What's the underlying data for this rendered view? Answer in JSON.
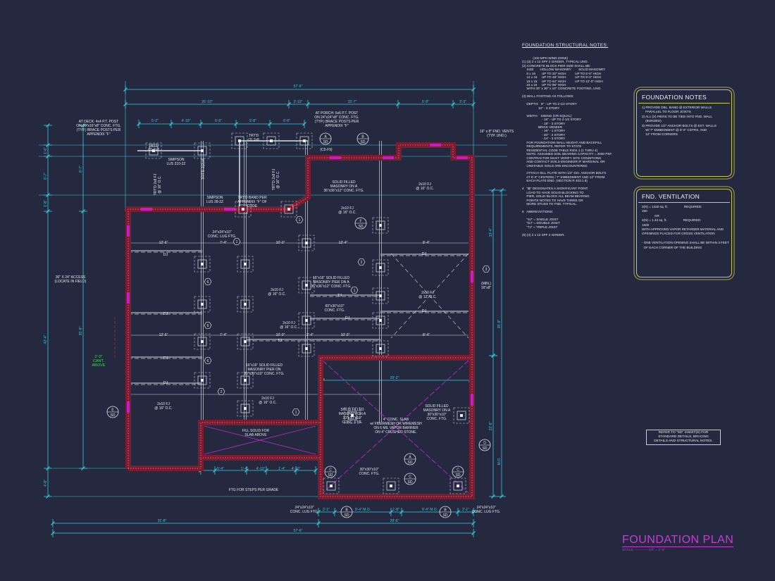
{
  "structural_notes": {
    "title": "FOUNDATION STRUCTURAL NOTES:",
    "lines": [
      "            (100 MPH WIND ZONE)",
      "(1) (3) 2 x 12 SPF 2 GIRDER, TYPICAL UNO.",
      "(2) CONCRETE BLOCK PIER SIZE SHALL BE:",
      "     SIZE       HOLLOW MASONRY        SOLID MASONRY",
      "     8 x 16       UP TO 32\" HIGH          UP TO 5'-0\" HIGH",
      "     12 x 16     UP TO 48\" HIGH          UP TO 9'-0\" HIGH",
      "     16 x 16     UP TO 64\" HIGH          UP TO 12'-0\" HIGH",
      "     24 x 24     UP TO 96\" HIGH",
      "     WITH 30\" x 30\" x 10\" CONCRETE FOOTING, UNO.",
      "",
      "(3) WALL FOOTING AS FOLLOWS:",
      "",
      "     DEPTH:   8\" - UP TO 2-1/2 STORY",
      "                  10\" - 3 STORY",
      "",
      "     WIDTH:   SIDING (OR EQUAL)",
      "                      - 16\" - UP TO 2-1/2 STORY",
      "                      - 18\" - 3 STORY",
      "                  BRICK VENEER",
      "                      - 16\" - 1 STORY",
      "                      - 20\" - 2 STORY",
      "                      - 24\" - 3 STORY",
      "     FOR FOUNDATION WALL HEIGHT AND BACKFILL",
      "     REQUIREMENTS, REFER TO STATE",
      "     RESIDENTIAL CODE TABLE R404.1 (1 THRU 4)",
      "     NOTE: ASSUMED SOIL BEARING CAPACITY = 2000 PSF.",
      "     CONTRACTOR MUST VERIFY SITE CONDITIONS",
      "     AND CONTACT SOILS ENGINEER IF MARGINAL OR",
      "     UNSTABLE SOILS ARE ENCOUNTERED.",
      "",
      "     ATTACH SILL PLATE WITH 1/2\" DIA. ANCHOR BOLTS",
      "     AT 6'-0\" CENTERS / 7\" EMBEDMENT AND 12\" FROM",
      "     EACH PLATE END. (SECTION R 403.1.6)",
      "",
      "4   \"⊠\" DESIGNATES A SIGNIFICANT POINT",
      "     LOAD TO HAVE SOLID BLOCKING TO",
      "     PIER, SOLID BLOCK ALL BEAM BEARING",
      "     POINTS NOTED TO HAVE THREE OR",
      "     MORE STUDS TO FND. TYPICAL.",
      "",
      "5   ABBREVIATIONS:",
      "",
      "     \"SJ\" = SINGLE JOIST",
      "     \"DJ\" = DOUBLE JOIST",
      "     \"TJ\" = TRIPLE JOIST",
      "",
      "(6) (4) 2 x 12 SPF 2 GIRDER."
    ]
  },
  "foundation_notes": {
    "title": "FOUNDATION NOTES",
    "lines": [
      "1) PROVIDE DBL. BAND @ EXTERIOR WALLS",
      "    PARALLEL TO FLOOR JOISTS",
      "2) ALL (X) PIERS TO BE TIED INTO FND. WALL",
      "    (BONDED)",
      "3) PROVIDE 1/2\" ANCHOR BOLTS @ EXT. WALLS",
      "    W/ 7\" EMBEDMENT @ 6'-0\" CNTRS. AND",
      "    12\" FROM CORNERS"
    ]
  },
  "ventilation": {
    "title": "FND. VENTILATION",
    "lines": [
      "2(N) = 1430 sq. ft.                  REQUIRED:",
      "150",
      "              OR",
      "2(N) = 1.43 sq. ft.                  REQUIRED:",
      "1500",
      "WITH APPROVED VAPOR RETARDER MATERIAL AND",
      "OPENINGS PLACED FOR CROSS VENTILATION",
      "",
      "- ONE VENTILATION OPENING SHALL BE WITHIN 3 FEET",
      "  OF EACH CORNER OF THE BUILDING"
    ]
  },
  "refer_note": [
    "REFER TO \"SD\" SHEET(S) FOR",
    "STANDARD DETAILS, BRACING",
    "DETAILS AND STRUCTURAL NOTES."
  ],
  "title_block": {
    "title": "FOUNDATION PLAN",
    "scale": "SCALE: ------------1/4\" = 1'-0\""
  },
  "colors": {
    "background": "#242940",
    "dimension": "#3ccbdc",
    "wall": "#7e1b2e",
    "vent": "#c21fc6",
    "title": "#c43ed0",
    "note_box": "#c9c95a",
    "callout_green": "#39e04a"
  },
  "plan": {
    "labels": {
      "deck_post": [
        "AT DECK: 4x4 P.T. POST",
        "ON 16\"x16\"x8\" CONC. FTG.",
        "(TYP.) BRACE POSTS PER",
        "APPENDIX \"F\""
      ],
      "porch_post": [
        "AT PORCH: 6x6 P.T. POST",
        "ON 24\"x24\"x8\" CONC. FTG.",
        "(TYP.) BRACE POSTS PER",
        "APPENDIX \"F\""
      ],
      "vents": [
        "16\" x 8\" FND. VENTS",
        "(TYP. UNO.)"
      ],
      "trtd_1": [
        "TRT'D",
        "(2) 2x8"
      ],
      "trtd_2": [
        "TRT'D",
        "(2) 2x8"
      ],
      "simpson_1": [
        "SIMPSON",
        "LUS 210-2Z"
      ],
      "simpson_2": [
        "SIMPSON",
        "LUS 28-2Z"
      ],
      "band": [
        "TRT'D BAND PER",
        "APPENDIX \"F\" OF",
        "CODE"
      ],
      "trtd_fj_1": [
        "TRT'D 2x8 FJ",
        "@ 16\" O.C."
      ],
      "trtd_fj_2": [
        "TRT'D 2x8 FJ",
        "@ 16\" O.C."
      ],
      "trtd_beam": [
        "TRT'D 2(2)x8"
      ],
      "solid_1": [
        "SOLID FILLED",
        "MASONRY ON A",
        "36\"x36\"x12\" CONC. FTG."
      ],
      "fj_a": [
        "2x10 FJ",
        "@ 16\" O.C."
      ],
      "fj_b": [
        "2x10 FJ",
        "@ 16\" O.C."
      ],
      "fj_c": [
        "2x10 FJ",
        "@ 16\" O.C."
      ],
      "fj_d": [
        "2x10 FJ",
        "@ 12\" O.C."
      ],
      "fj_e": [
        "2x10 FJ",
        "@ 16\" O.C."
      ],
      "fj_f": [
        "2x10 FJ",
        "@ 16\" O.C."
      ],
      "fj_g": [
        "2x10 FJ",
        "@ 16\" O.C."
      ],
      "lug_top": [
        "24\"x24\"x10\"",
        "CONC. LUG FTG."
      ],
      "pier_16": [
        "16\"x16\" SOLID FILLED",
        "MASONRY PIER ON A",
        "36\"x36\"x12\" CONC. FTG."
      ],
      "ftg_60": [
        "60\"x30\"x10\"",
        "CONC. FTG."
      ],
      "pier_bottom": [
        "16\"x16\" SOLID FILLED",
        "MASONRY PIER ON",
        "30\"x30\"x10\" CONC. FTG."
      ],
      "access": [
        "36\" X 24\" ACCESS",
        "(LOCATE IN FIELD)"
      ],
      "fill_solid": [
        "FILL SOLID FOR",
        "SLAB ABOVE"
      ],
      "steps": [
        "FTG FOR STEPS PER GRADE"
      ],
      "lug_bl": [
        "24\"x24\"x10\"",
        "CONC. LUG FTG."
      ],
      "lug_br": [
        "24\"x24\"x10\"",
        "CONC. LUG FTG."
      ],
      "solid_g1": [
        "SOLID FILLED",
        "MASONRY ON A",
        "30\"x30\"x10\"",
        "CONC. FTG."
      ],
      "solid_g2": [
        "SOLID FILLED",
        "MASONRY ON A",
        "30\"x30\"x10\"",
        "CONC. FTG."
      ],
      "slab": [
        "4\" CONC. SLAB",
        "w/ FIBERMESH OR WIREMESH",
        "ON 6 MIL VAPOR BARRIER",
        "ON 4\" CRUSHED STONE."
      ],
      "ftg_30": [
        "30\"x30\"x10\"",
        "CONC. FTG."
      ],
      "min_vent": [
        "(MIN.)",
        "16\"x8\""
      ],
      "cs": [
        "(C5-F9)"
      ],
      "cant": [
        "2'-0\"",
        "CANT.",
        "ABOVE"
      ]
    },
    "joists": [
      "DJ",
      "DJ",
      "DJ",
      "DJ",
      "DJ",
      "DJ",
      "DJ",
      "TJ",
      "TJ"
    ],
    "interior_dims": [
      "12'-6\"",
      "7'-4\"",
      "10'-0\"",
      "12'-4\"",
      "8'-4\"",
      "12'-6\"",
      "7'-4\"",
      "10'-0\"",
      "2'-4\"",
      "10'-0\"",
      "8'-4\""
    ],
    "dims": {
      "overall_top": "57'-6\"",
      "top_row2": [
        "26'-10\"",
        "2'-10\"",
        "15'-7\"",
        "5'-8\"",
        "3'-3\""
      ],
      "top_row3": [
        "5'-2\"",
        "4'-10\"",
        "6'-6\"",
        "5'-8\"",
        "6'-6\""
      ],
      "left": [
        "1'-6\"",
        "6'-7\"",
        "1'-8\"",
        "42'-4\"",
        "4'-8\"",
        "35'-8\"",
        "8'-7\""
      ],
      "right": [
        "33'-4\"",
        "35'-8\"",
        "22'-8\"",
        "M.O."
      ],
      "garage_width": "29'-2\"",
      "porch": [
        "5'-4\"",
        "1'-4\"",
        "4'-10\"",
        "1'-4\"",
        "4'-10\""
      ],
      "bottom_row1": [
        "2'-1\"",
        "9'-4\" M.O.",
        "1'-8\"",
        "9'-4\" M.O.",
        "2'-1\""
      ],
      "bottom_row2": [
        "31'-8\"",
        "29'-6\""
      ],
      "overall_bottom": "57'-6\""
    },
    "section_tags": [
      {
        "letter": "A",
        "sheet": "SD"
      },
      {
        "letter": "B",
        "sheet": "SD"
      },
      {
        "letter": "F",
        "sheet": "SD"
      },
      {
        "letter": "E",
        "sheet": "SD"
      },
      {
        "letter": "D",
        "sheet": "SD"
      },
      {
        "letter": "A",
        "sheet": "SD"
      },
      {
        "letter": "C",
        "sheet": "SD"
      },
      {
        "letter": "C",
        "sheet": "SD"
      },
      {
        "letter": "C",
        "sheet": "SD"
      },
      {
        "letter": "B",
        "sheet": "SD"
      },
      {
        "letter": "B",
        "sheet": "SD"
      }
    ],
    "note_tags": [
      "1",
      "1",
      "1",
      "6",
      "6",
      "6",
      "2",
      "2",
      "3",
      "1"
    ]
  }
}
